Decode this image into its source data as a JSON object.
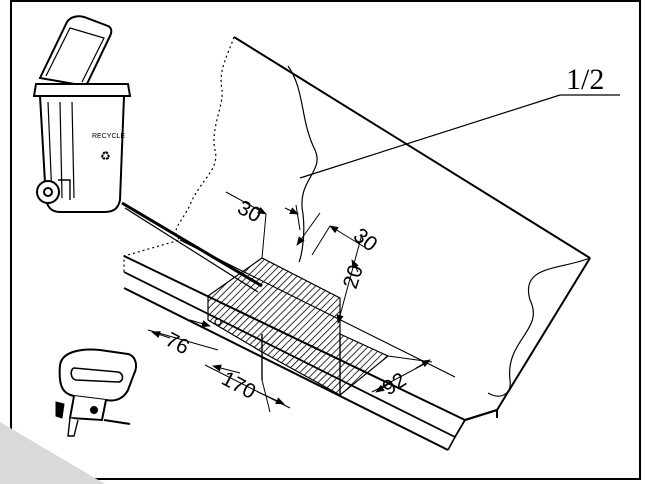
{
  "callout_label": "1/2",
  "bin_label": "RECYCLE",
  "recycle_symbol": "♻",
  "dimensions": {
    "d30_left": "30",
    "d30_right": "30",
    "d20": "20",
    "d76": "76",
    "d170": "170",
    "d92": "92"
  },
  "colors": {
    "line": "#000000",
    "shadow": "#d9d9d9",
    "background": "#ffffff"
  }
}
